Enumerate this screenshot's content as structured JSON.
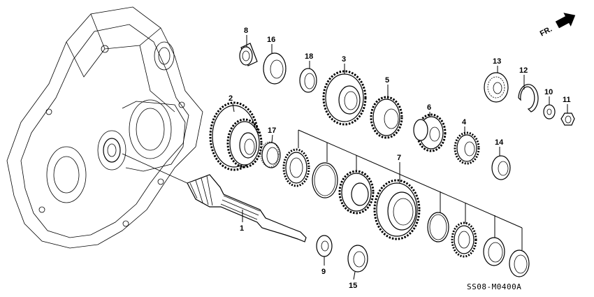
{
  "orientation": {
    "label": "FR.",
    "icon": "arrow-up-right-icon"
  },
  "diagram_code": "SS08-M0400A",
  "parts": [
    {
      "label": "1"
    },
    {
      "label": "2"
    },
    {
      "label": "3"
    },
    {
      "label": "4"
    },
    {
      "label": "5"
    },
    {
      "label": "6"
    },
    {
      "label": "7"
    },
    {
      "label": "8"
    },
    {
      "label": "9"
    },
    {
      "label": "10"
    },
    {
      "label": "11"
    },
    {
      "label": "12"
    },
    {
      "label": "13"
    },
    {
      "label": "14"
    },
    {
      "label": "15"
    },
    {
      "label": "16"
    },
    {
      "label": "17"
    },
    {
      "label": "18"
    }
  ]
}
